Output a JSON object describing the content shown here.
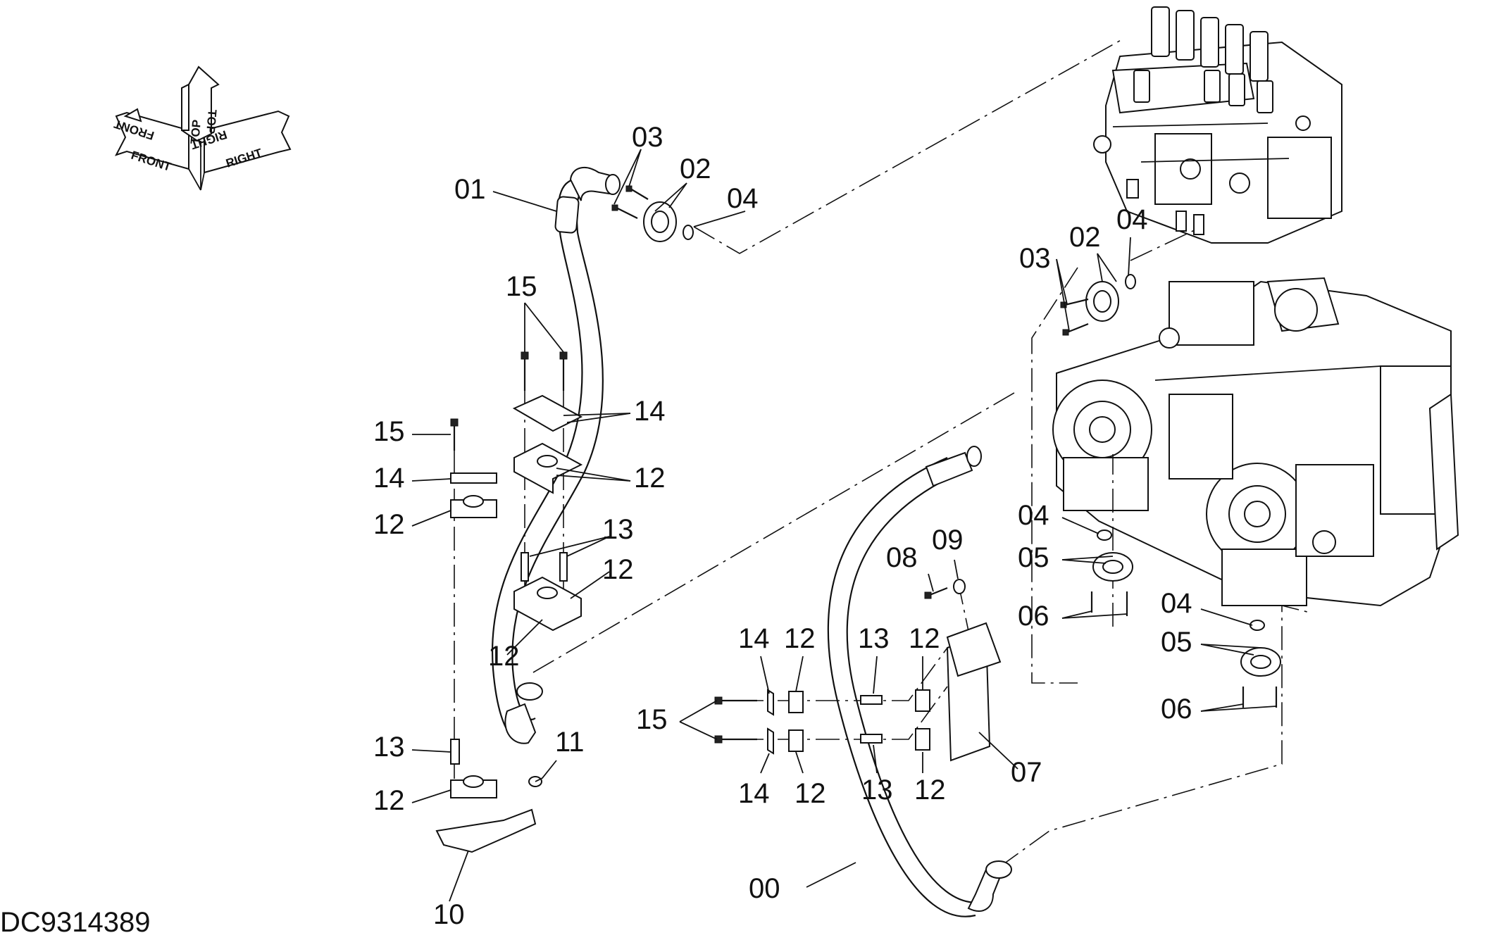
{
  "document_id": "DC9314389",
  "orientation_icon": {
    "front": "FRONT",
    "top": "TOP",
    "right": "RIGHT"
  },
  "callouts": [
    {
      "id": "c01a",
      "text": "01"
    },
    {
      "id": "c03a",
      "text": "03"
    },
    {
      "id": "c02a",
      "text": "02"
    },
    {
      "id": "c04a",
      "text": "04"
    },
    {
      "id": "c15a",
      "text": "15"
    },
    {
      "id": "c14a",
      "text": "14"
    },
    {
      "id": "c12a",
      "text": "12"
    },
    {
      "id": "c15b",
      "text": "15"
    },
    {
      "id": "c14b",
      "text": "14"
    },
    {
      "id": "c12b",
      "text": "12"
    },
    {
      "id": "c13a",
      "text": "13"
    },
    {
      "id": "c12c",
      "text": "12"
    },
    {
      "id": "c12d",
      "text": "12"
    },
    {
      "id": "c13b",
      "text": "13"
    },
    {
      "id": "c11",
      "text": "11"
    },
    {
      "id": "c12e",
      "text": "12"
    },
    {
      "id": "c10",
      "text": "10"
    },
    {
      "id": "c03b",
      "text": "03"
    },
    {
      "id": "c02b",
      "text": "02"
    },
    {
      "id": "c04b",
      "text": "04"
    },
    {
      "id": "c04c",
      "text": "04"
    },
    {
      "id": "c05a",
      "text": "05"
    },
    {
      "id": "c06a",
      "text": "06"
    },
    {
      "id": "c04d",
      "text": "04"
    },
    {
      "id": "c05b",
      "text": "05"
    },
    {
      "id": "c06b",
      "text": "06"
    },
    {
      "id": "c08",
      "text": "08"
    },
    {
      "id": "c09",
      "text": "09"
    },
    {
      "id": "c14c",
      "text": "14"
    },
    {
      "id": "c12f",
      "text": "12"
    },
    {
      "id": "c13c",
      "text": "13"
    },
    {
      "id": "c12g",
      "text": "12"
    },
    {
      "id": "c15c",
      "text": "15"
    },
    {
      "id": "c14d",
      "text": "14"
    },
    {
      "id": "c12h",
      "text": "12"
    },
    {
      "id": "c13d",
      "text": "13"
    },
    {
      "id": "c12i",
      "text": "12"
    },
    {
      "id": "c07",
      "text": "07"
    },
    {
      "id": "c00",
      "text": "00"
    }
  ]
}
